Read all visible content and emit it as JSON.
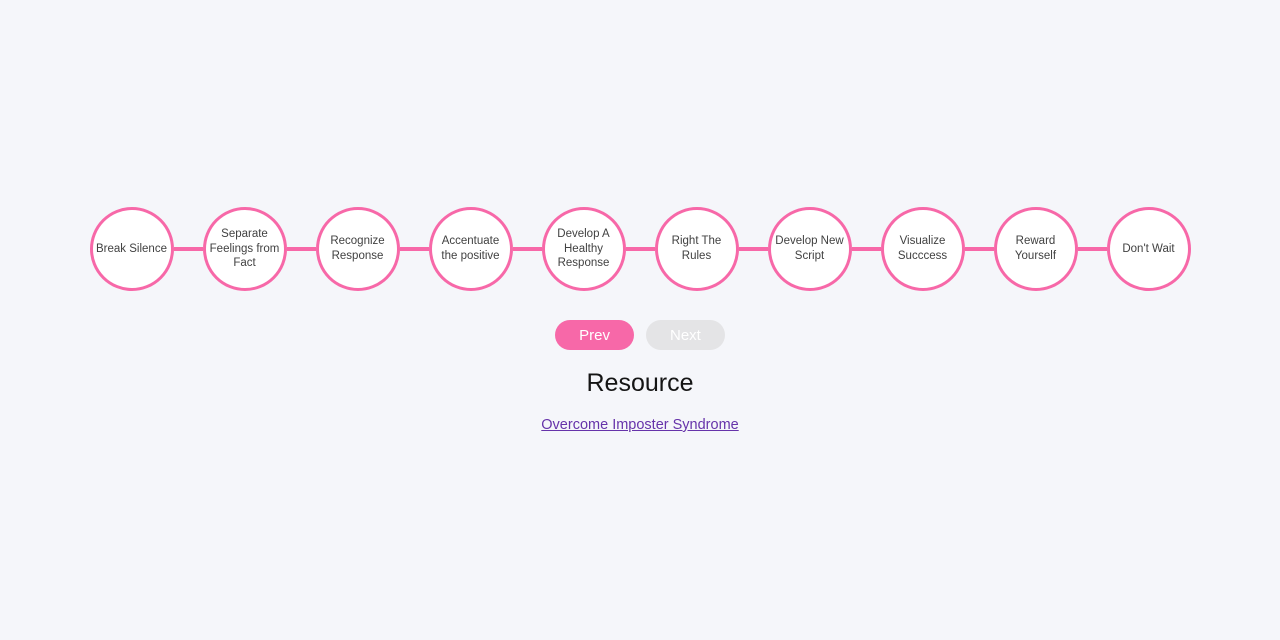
{
  "page": {
    "background_color": "#f5f6fa"
  },
  "timeline": {
    "steps": [
      "Break Silence",
      "Separate Feelings from Fact",
      "Recognize Response",
      "Accentuate the positive",
      "Develop A Healthy Response",
      "Right The Rules",
      "Develop New Script",
      "Visualize Succcess",
      "Reward Yourself",
      "Don't Wait"
    ],
    "accent_color": "#f768a8",
    "circle_fill_color": "#ffffff",
    "label_color": "#414141"
  },
  "controls": {
    "prev": {
      "label": "Prev",
      "state": "enabled",
      "background_color": "#f768a8",
      "text_color": "#ffffff"
    },
    "next": {
      "label": "Next",
      "state": "disabled",
      "background_color": "#e4e4e6",
      "text_color": "#ffffff"
    }
  },
  "resource": {
    "title": "Resource",
    "link": {
      "label": "Overcome Imposter Syndrome",
      "color": "#6633aa"
    }
  }
}
